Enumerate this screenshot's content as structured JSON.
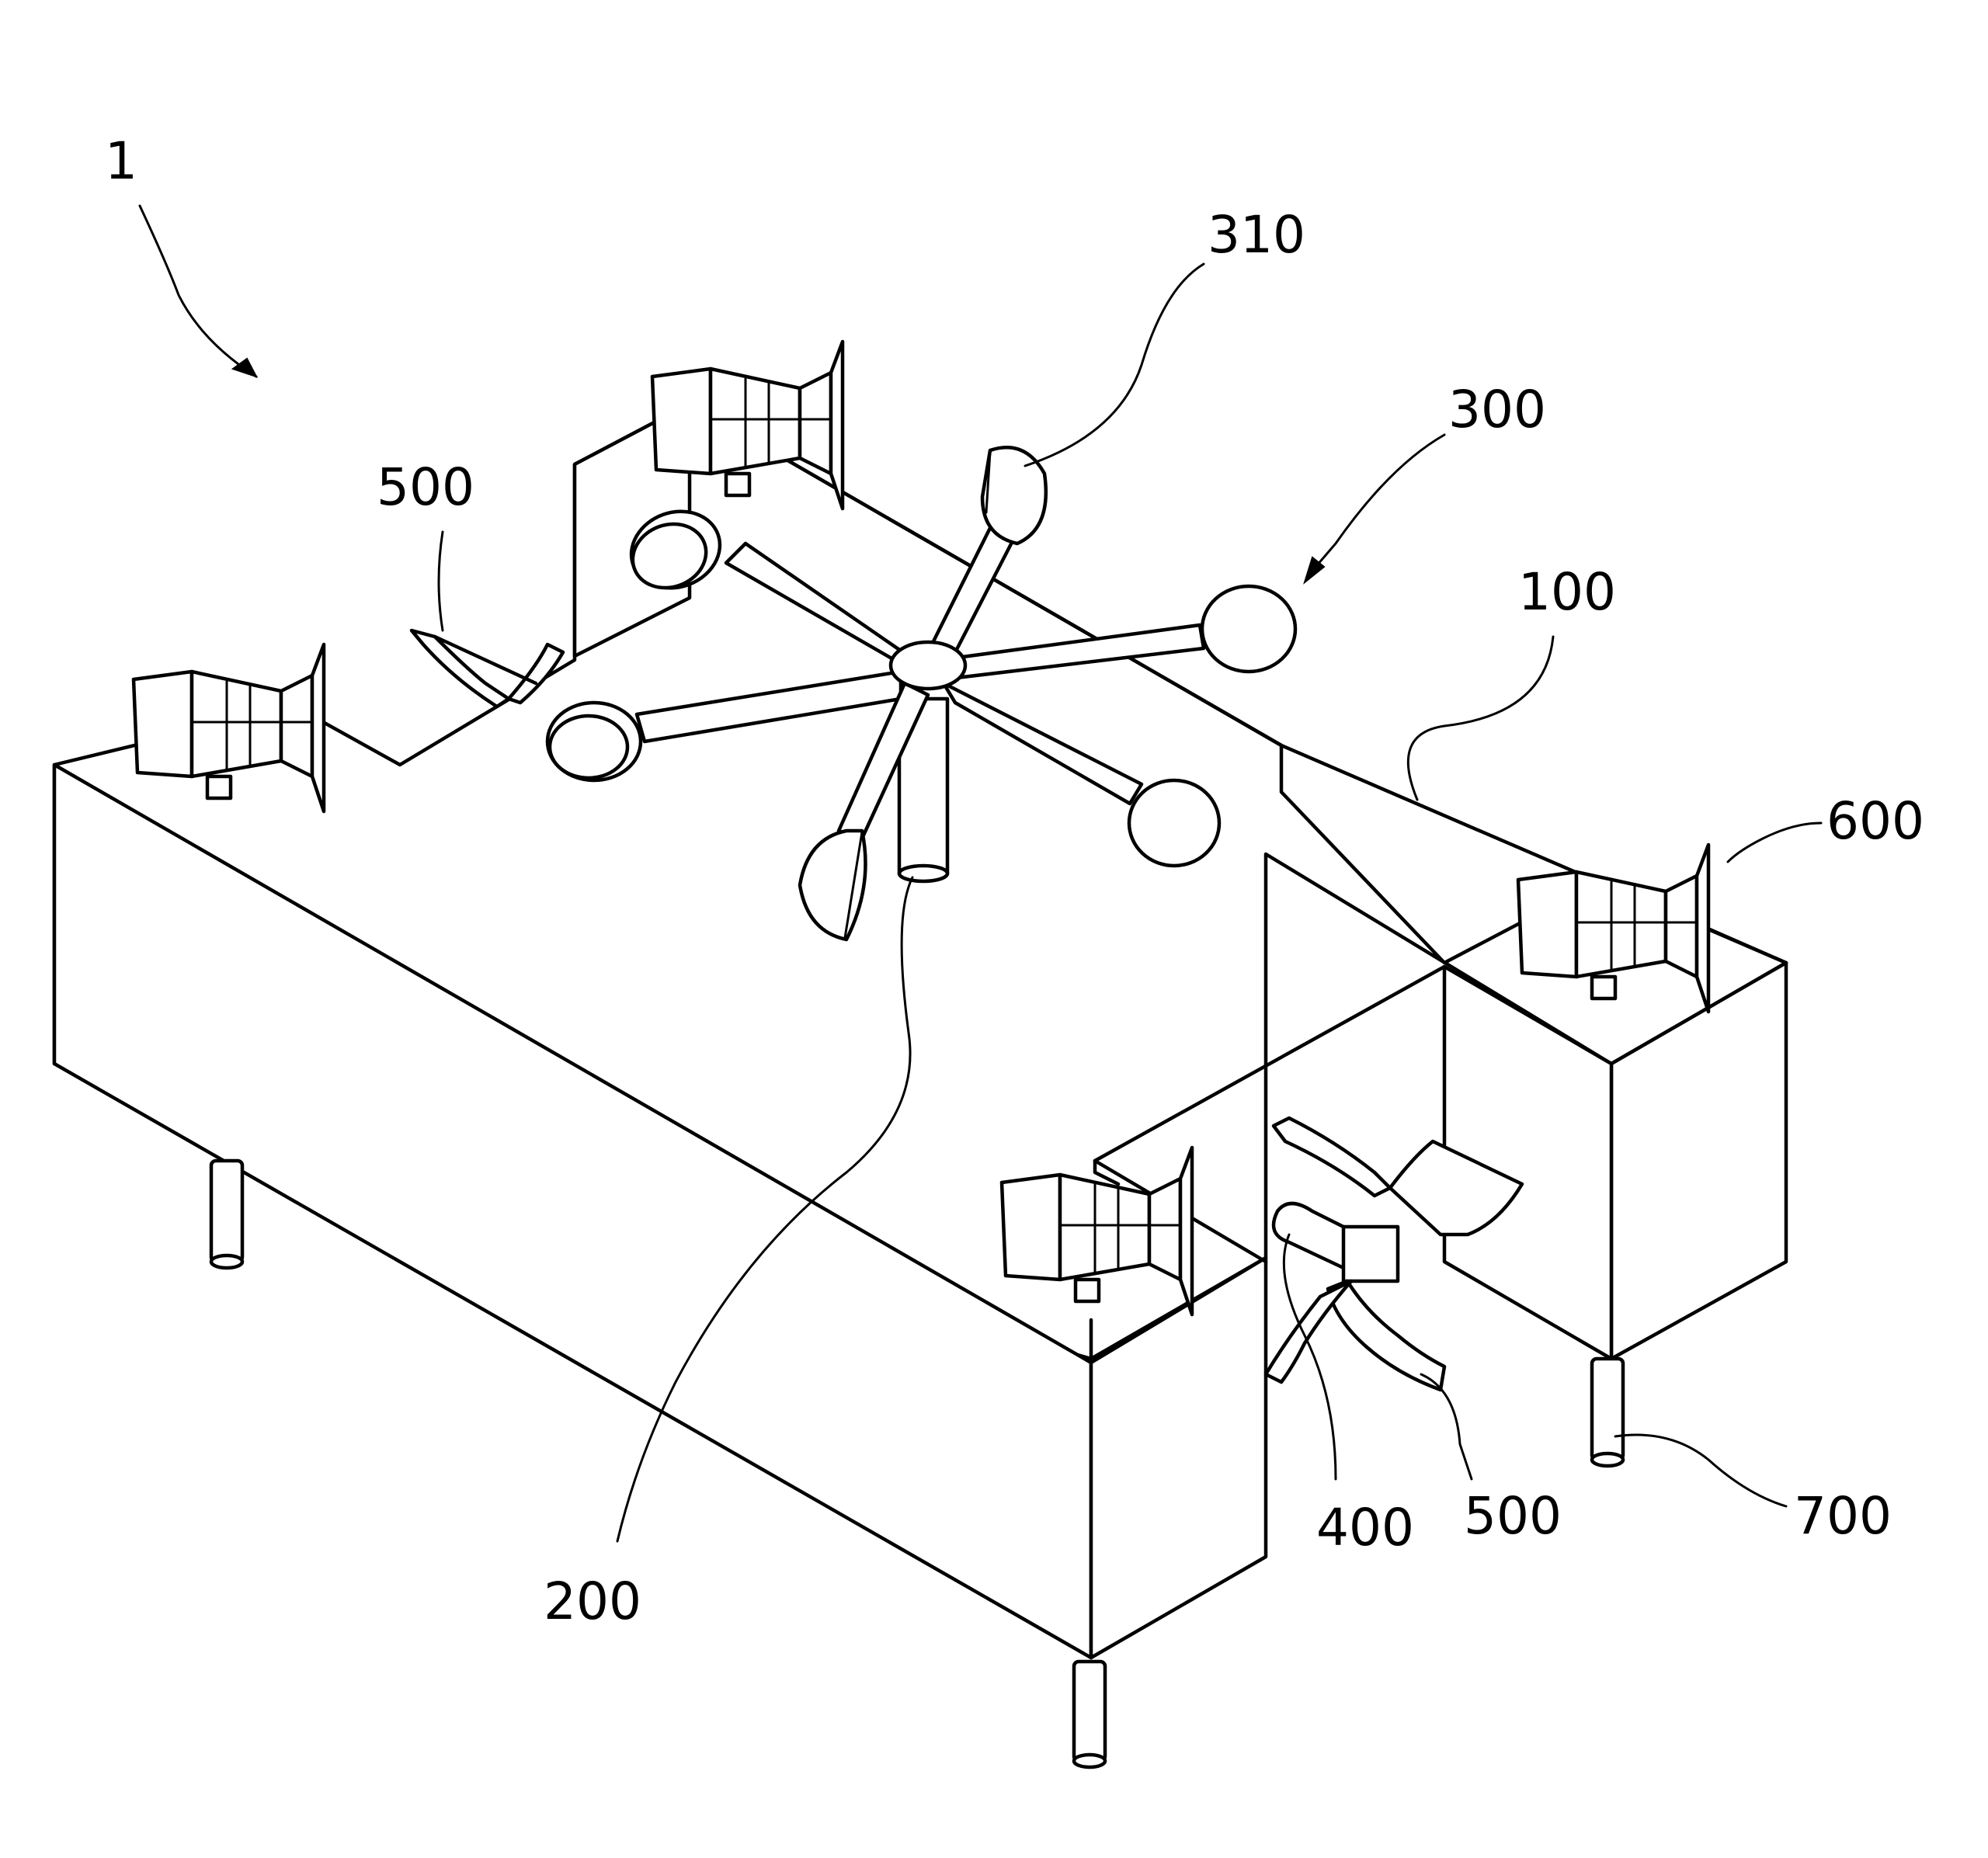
{
  "labels": {
    "device": "1",
    "vane_cup": "310",
    "vane_assembly": "300",
    "body": "100",
    "rear_fan": "500",
    "horn": "600",
    "shaft": "200",
    "nozzle": "400",
    "front_fan": "500",
    "leg": "700"
  }
}
